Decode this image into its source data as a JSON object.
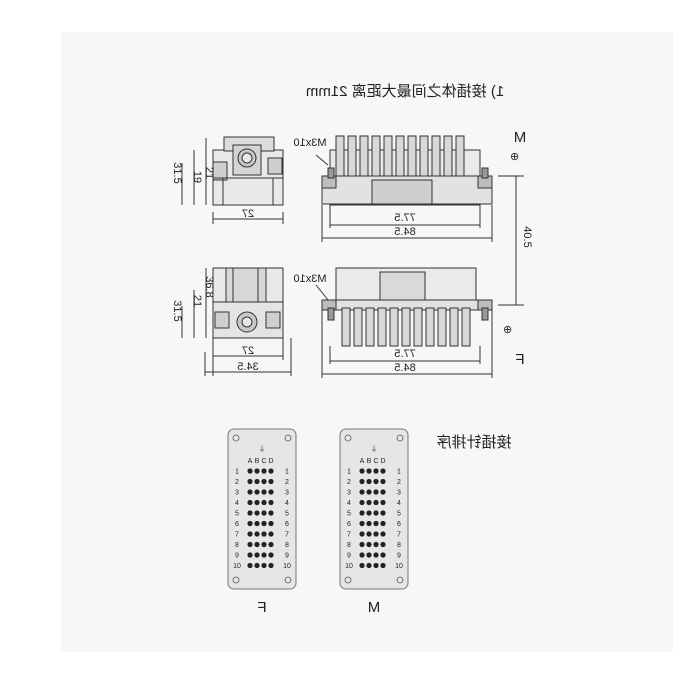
{
  "title": "1) 接插体之间最大距离 21mm",
  "section_label": "接插针排序",
  "labels": {
    "m_side": "M",
    "f_side": "F",
    "m_panel": "M",
    "f_panel": "F"
  },
  "dimensions": {
    "top_side_height_a": "21",
    "top_side_height_b": "19",
    "top_side_height_c": "31.5",
    "top_side_width": "27",
    "screw_top": "M3x10",
    "top_inner_length": "77.5",
    "top_outer_length": "84.5",
    "vertical_total": "40.5",
    "bottom_side_height_a": "36.8",
    "bottom_side_height_b": "21",
    "bottom_side_height_c": "31.5",
    "bottom_side_width_inner": "27",
    "bottom_side_width_outer": "34.5",
    "screw_bottom": "M3x10",
    "bottom_inner_length": "77.5",
    "bottom_outer_length": "84.5"
  },
  "pin_layout": {
    "f_columns": [
      "A",
      "B",
      "C",
      "D"
    ],
    "m_columns": [
      "A",
      "B",
      "C",
      "D"
    ],
    "rows": [
      "1",
      "2",
      "3",
      "4",
      "5",
      "6",
      "7",
      "8",
      "9",
      "10"
    ],
    "ground_symbol": "⏚"
  }
}
